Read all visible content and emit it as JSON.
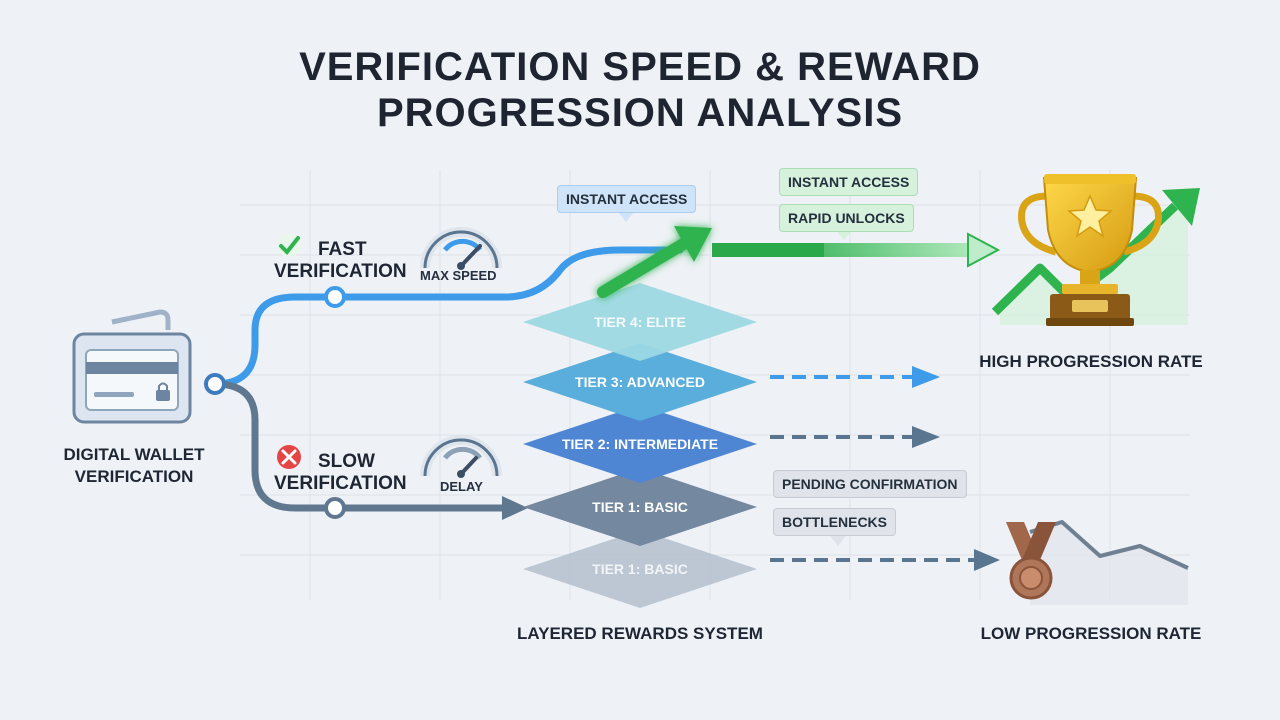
{
  "title": {
    "line1": "VERIFICATION SPEED & REWARD",
    "line2": "PROGRESSION ANALYSIS"
  },
  "wallet": {
    "label_line1": "DIGITAL WALLET",
    "label_line2": "VERIFICATION",
    "icon": "wallet-card-icon"
  },
  "fast_path": {
    "label_line1": "FAST",
    "label_line2": "VERIFICATION",
    "status_icon": "check-icon",
    "gauge_label": "MAX SPEED",
    "color": "#3d9be9"
  },
  "slow_path": {
    "label_line1": "SLOW",
    "label_line2": "VERIFICATION",
    "status_icon": "x-icon",
    "gauge_label": "DELAY",
    "color": "#5f7890"
  },
  "callouts": {
    "instant_access_top": "INSTANT ACCESS",
    "instant_access": "INSTANT ACCESS",
    "rapid_unlocks": "RAPID UNLOCKS",
    "pending_confirmation": "PENDING CONFIRMATION",
    "bottlenecks": "BOTTLENECKS"
  },
  "tiers": [
    {
      "label": "TIER 4: ELITE",
      "color": "#8fd0dd"
    },
    {
      "label": "TIER 3: ADVANCED",
      "color": "#5aaedc"
    },
    {
      "label": "TIER 2: INTERMEDIATE",
      "color": "#4f86d4"
    },
    {
      "label": "TIER 1: BASIC",
      "color": "#73879e"
    },
    {
      "label": "TIER 1: BASIC",
      "color": "#a8b5c4"
    }
  ],
  "rewards_system_label": "LAYERED REWARDS SYSTEM",
  "outcomes": {
    "high": {
      "label": "HIGH PROGRESSION RATE",
      "icon": "trophy-icon",
      "color": "#2eb34f"
    },
    "low": {
      "label": "LOW PROGRESSION RATE",
      "icon": "medal-icon",
      "color": "#a0674a"
    }
  }
}
